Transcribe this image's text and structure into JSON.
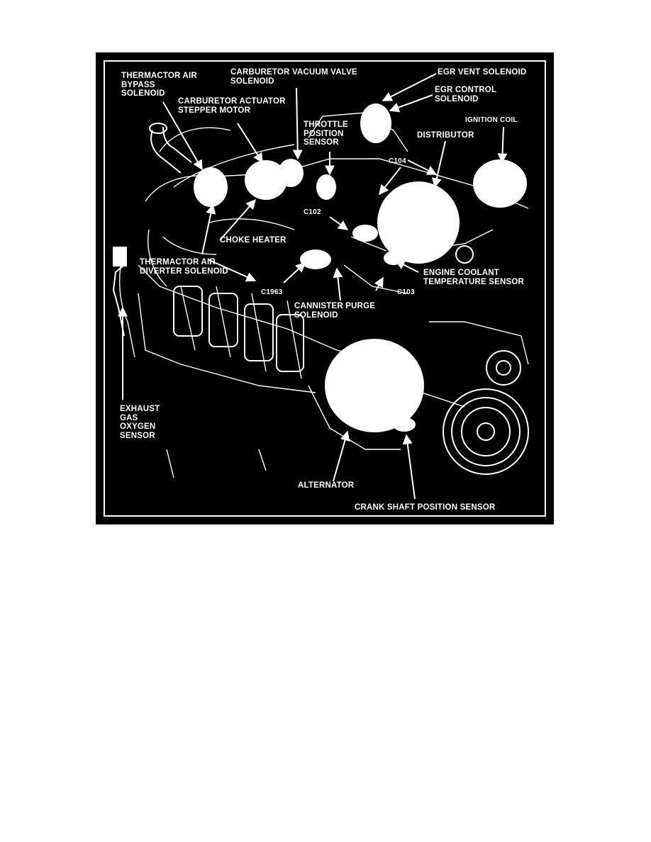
{
  "colors": {
    "background": "#000000",
    "foreground": "#ffffff",
    "page": "#ffffff"
  },
  "labels": {
    "thermactor_air_bypass_solenoid": "THERMACTOR AIR\nBYPASS\nSOLENOID",
    "carburetor_vacuum_valve_solenoid": "CARBURETOR VACUUM VALVE\nSOLENOID",
    "egr_vent_solenoid": "EGR VENT SOLENOID",
    "egr_control_solenoid": "EGR CONTROL\nSOLENOID",
    "carburetor_actuator_stepper_motor": "CARBURETOR ACTUATOR\nSTEPPER MOTOR",
    "throttle_position_sensor": "THROTTLE\nPOSITION\nSENSOR",
    "ignition_coil": "IGNITION COIL",
    "distributor": "DISTRIBUTOR",
    "c104": "C104",
    "c102": "C102",
    "choke_heater": "CHOKE HEATER",
    "thermactor_air_diverter_solenoid": "THERMACTOR AIR\nDIVERTER SOLENOID",
    "engine_coolant_temperature_sensor": "ENGINE COOLANT\nTEMPERATURE SENSOR",
    "c1963": "C1963",
    "c103": "C103",
    "cannister_purge_solenoid": "CANNISTER PURGE\nSOLENOID",
    "exhaust_gas_oxygen_sensor": "EXHAUST\nGAS\nOXYGEN\nSENSOR",
    "alternator": "ALTERNATOR",
    "crank_shaft_position_sensor": "CRANK SHAFT POSITION SENSOR"
  }
}
